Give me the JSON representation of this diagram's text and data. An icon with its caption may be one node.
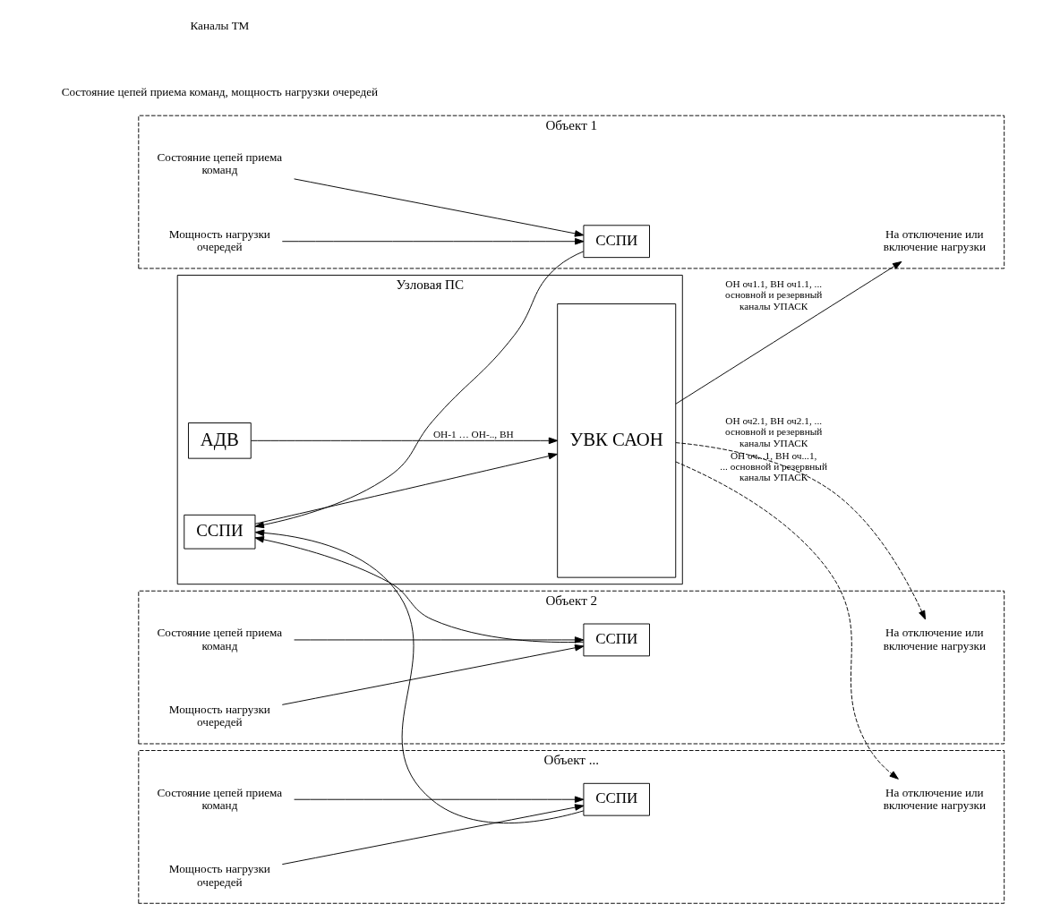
{
  "diagram": {
    "nodes": [
      {
        "text": [
          "Узловая ПС"
        ]
      },
      {
        "text": [
          "АДВ"
        ],
        "in": 0
      },
      {
        "text": [
          "УВК САОН"
        ],
        "in": 0
      },
      {
        "text": [
          "ССПИ"
        ],
        "in": 0
      },
      {
        "text": [
          "Объект 1"
        ]
      },
      {
        "text": [
          "На отключение или включение нагрузки"
        ],
        "in": 4
      },
      {
        "text": [
          "ССПИ"
        ],
        "in": 4
      },
      {
        "text": [
          "Состояние цепей приема команд"
        ],
        "in": 4
      },
      {
        "text": [
          "Мощность нагрузки очередей"
        ],
        "in": 4
      },
      {
        "text": [
          "Объект 2"
        ]
      },
      {
        "text": [
          "На отключение или включение нагрузки"
        ],
        "in": 9
      },
      {
        "text": [
          "ССПИ"
        ],
        "in": 9
      },
      {
        "text": [
          "Состояние цепей приема команд"
        ],
        "in": 9
      },
      {
        "text": [
          "Мощность нагрузки очередей"
        ],
        "in": 9
      },
      {
        "text": [
          "Объект ..."
        ]
      },
      {
        "text": [
          "На отключение или включение нагрузки"
        ],
        "in": 14
      },
      {
        "text": [
          "ССПИ"
        ],
        "in": 14
      },
      {
        "text": [
          "Состояние цепей приема команд"
        ],
        "in": 14
      },
      {
        "text": [
          "Мощность нагрузки очередей"
        ],
        "in": 14
      }
    ],
    "edges": [
      {
        "from": 1,
        "to": 2,
        "arrow": "to",
        "label": "ОН-1 … ОН-.., ВН"
      },
      {
        "from": 2,
        "to": 5,
        "arrow": "to",
        "label": "ОН оч1.1, ВН оч1.1, ... основной и резервный каналы УПАСК"
      },
      {
        "from": 2,
        "to": 10,
        "arrow": "to",
        "style": "dashed",
        "label": "ОН оч2.1, ВН оч2.1, ... основной и резервный каналы УПАСК"
      },
      {
        "from": 2,
        "to": 15,
        "arrow": "to",
        "style": "dashed",
        "label": "ОН оч...1, ВН оч...1, ... основной и резервный каналы УПАСК"
      },
      {
        "from": 3,
        "to": 2,
        "arrow": "to"
      },
      {
        "from": 7,
        "to": 6,
        "arrow": "to"
      },
      {
        "from": 8,
        "to": 6,
        "arrow": "to"
      },
      {
        "from": 12,
        "to": 11,
        "arrow": "to"
      },
      {
        "from": 13,
        "to": 11,
        "arrow": "to"
      },
      {
        "from": 17,
        "to": 16,
        "arrow": "to"
      },
      {
        "from": 18,
        "to": 16,
        "arrow": "to"
      },
      {
        "from": 6,
        "to": 3,
        "arrow": "to"
      },
      {
        "from": 11,
        "to": 3,
        "arrow": "to"
      },
      {
        "from": 16,
        "to": 3,
        "arrow": "to"
      }
    ],
    "labels": [
      "Состояние цепей приема команд, мощность нагрузки очередей",
      "Каналы ТМ"
    ]
  }
}
